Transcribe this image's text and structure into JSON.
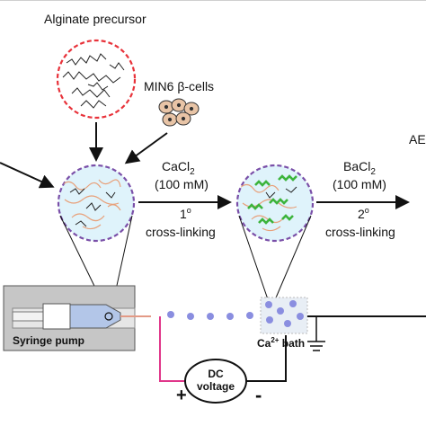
{
  "labels": {
    "alginate_precursor": "Alginate precursor",
    "cells": "MIN6 β-cells",
    "step1_reagent_base": "CaCl",
    "step1_reagent_sub": "2",
    "step1_conc": "(100 mM)",
    "step1_order": "1",
    "step1_order_sup": "o",
    "step1_process": "cross-linking",
    "step2_reagent_base": "BaCl",
    "step2_reagent_sub": "2",
    "step2_conc": "(100 mM)",
    "step2_order": "2",
    "step2_order_sup": "o",
    "step2_process": "cross-linking",
    "cutoff_label": "AE",
    "pump": "Syringe pump",
    "bath_base": "Ca",
    "bath_sup": "2+",
    "bath_rest": " bath",
    "power_line1": "DC",
    "power_line2": "voltage",
    "plus": "+",
    "minus": "-"
  },
  "colors": {
    "dashed_red": "#e8323a",
    "dashed_purple": "#7a4fa8",
    "hydrogel_fill": "#dff3fb",
    "strand_orange": "#e8a07a",
    "crosslink_green": "#3cb43c",
    "wire_pink": "#e0368a",
    "droplet_blue": "#8a8ee0",
    "cell_fill": "#e8c4a6",
    "pump_grey": "#c6c6c6",
    "nozzle_blue": "#b3c6e8"
  }
}
